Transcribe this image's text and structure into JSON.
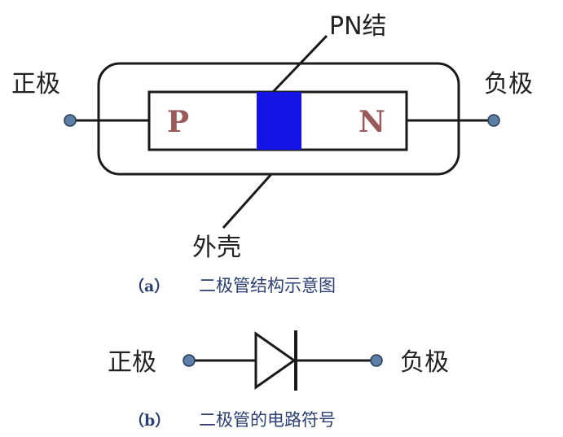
{
  "diagram_a": {
    "pn_junction_label": "PN结",
    "left_terminal_label": "正极",
    "right_terminal_label": "负极",
    "p_region_label": "P",
    "n_region_label": "N",
    "casing_label": "外壳",
    "caption_tag": "（a）",
    "caption_text": "二极管结构示意图"
  },
  "diagram_b": {
    "left_terminal_label": "正极",
    "right_terminal_label": "负极",
    "caption_tag": "（b）",
    "caption_text": "二极管的电路符号"
  },
  "colors": {
    "line": "#1a1a1a",
    "terminal_fill": "#5b7fa6",
    "junction_fill": "#1414e6",
    "region_text": "#9a5a5a",
    "caption_blue": "#2b3f73"
  }
}
